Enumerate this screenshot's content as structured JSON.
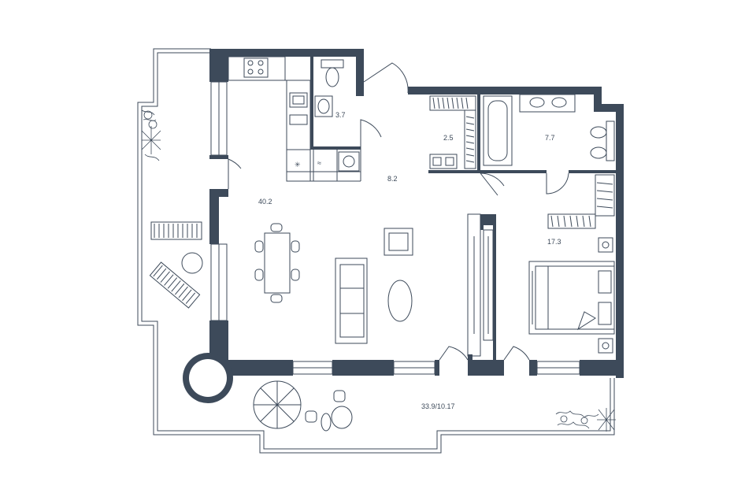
{
  "rooms": [
    {
      "id": "living-kitchen",
      "area": "40.2"
    },
    {
      "id": "hall",
      "area": "8.2"
    },
    {
      "id": "bathroom-small",
      "area": "3.7"
    },
    {
      "id": "wardrobe",
      "area": "2.5"
    },
    {
      "id": "bathroom-large",
      "area": "7.7"
    },
    {
      "id": "bedroom",
      "area": "17.3"
    },
    {
      "id": "terrace",
      "area": "33.9/10.17"
    }
  ],
  "colors": {
    "wall": "#3d4a5a",
    "line": "#3d4a5a",
    "background": "#ffffff"
  },
  "icons": [
    "stove-icon",
    "sink-icon",
    "toilet-icon",
    "washbasin-icon",
    "washing-machine-icon",
    "bathtub-icon",
    "bidet-icon",
    "dining-table-icon",
    "sofa-icon",
    "armchair-icon",
    "coffee-table-icon",
    "tv-unit-icon",
    "bed-icon",
    "wardrobe-icon",
    "umbrella-icon",
    "lounger-icon",
    "plant-icon"
  ]
}
